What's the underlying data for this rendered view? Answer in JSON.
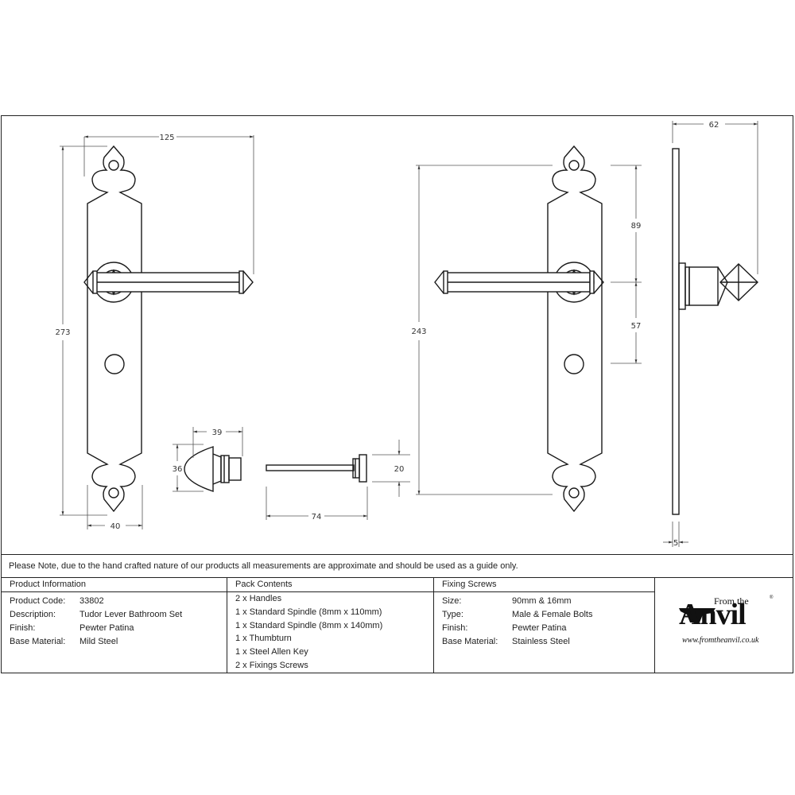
{
  "drawing": {
    "front_view": {
      "dimensions": {
        "width_total": "125",
        "height": "273",
        "plate_width": "40"
      }
    },
    "thumbturn": {
      "dimensions": {
        "length": "39",
        "diameter": "36"
      }
    },
    "spindle_release": {
      "dimensions": {
        "length": "74",
        "head": "20"
      }
    },
    "handle_view": {
      "dimensions": {
        "fixing_centres": "243",
        "top_to_lever": "89",
        "lever_to_hole": "57"
      }
    },
    "side_view": {
      "dimensions": {
        "projection": "62",
        "plate_thickness": "5"
      }
    }
  },
  "note": "Please Note, due to the hand crafted nature of our products all measurements are approximate and should be used as a guide only.",
  "product_information": {
    "heading": "Product Information",
    "rows": [
      {
        "label": "Product Code:",
        "value": "33802"
      },
      {
        "label": "Description:",
        "value": "Tudor Lever Bathroom Set"
      },
      {
        "label": "Finish:",
        "value": "Pewter Patina"
      },
      {
        "label": "Base Material:",
        "value": "Mild Steel"
      }
    ]
  },
  "pack_contents": {
    "heading": "Pack Contents",
    "items": [
      "2 x Handles",
      "1 x Standard Spindle (8mm x 110mm)",
      "1 x Standard Spindle (8mm x 140mm)",
      "1 x Thumbturn",
      "1 x Steel Allen Key",
      "2 x Fixings Screws"
    ]
  },
  "fixing_screws": {
    "heading": "Fixing Screws",
    "rows": [
      {
        "label": "Size:",
        "value": "90mm & 16mm"
      },
      {
        "label": "Type:",
        "value": "Male & Female Bolts"
      },
      {
        "label": "Finish:",
        "value": "Pewter Patina"
      },
      {
        "label": "Base Material:",
        "value": "Stainless Steel"
      }
    ]
  },
  "logo": {
    "from_the": "From the",
    "brand": "Anvil",
    "url": "www.fromtheanvil.co.uk",
    "registered": "®"
  }
}
